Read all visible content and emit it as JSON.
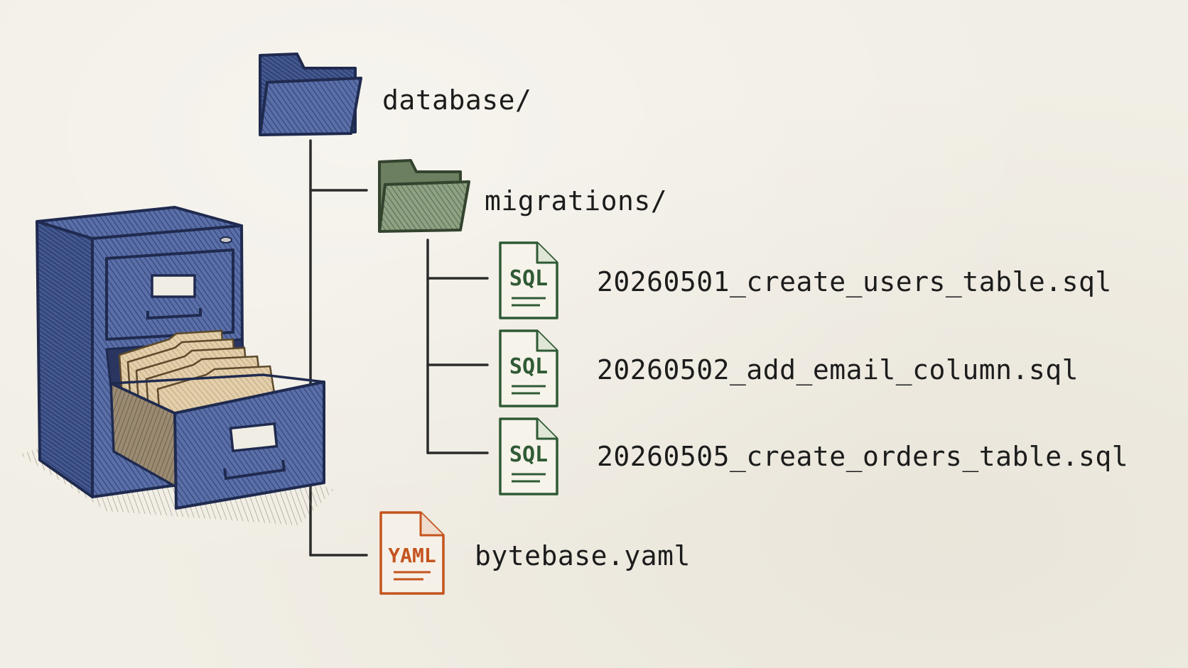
{
  "tree": {
    "root": {
      "label": "database/",
      "icon": "folder-icon",
      "color": "#3a4f86"
    },
    "migrations": {
      "label": "migrations/",
      "icon": "folder-icon",
      "color": "#6d8060"
    },
    "files": [
      {
        "label": "20260501_create_users_table.sql",
        "tag": "SQL",
        "icon": "sql-file-icon",
        "color": "#2f5a35"
      },
      {
        "label": "20260502_add_email_column.sql",
        "tag": "SQL",
        "icon": "sql-file-icon",
        "color": "#2f5a35"
      },
      {
        "label": "20260505_create_orders_table.sql",
        "tag": "SQL",
        "icon": "sql-file-icon",
        "color": "#2f5a35"
      }
    ],
    "config": {
      "label": "bytebase.yaml",
      "tag": "YAML",
      "icon": "yaml-file-icon",
      "color": "#c4541f"
    }
  },
  "illustration": {
    "icon": "filing-cabinet-icon"
  },
  "colors": {
    "background": "#f1eee5",
    "line": "#2b2b2b",
    "cabinet": "#4a5f96",
    "cabinet_outline": "#1f2a4f",
    "folders_inside": "#d9c4a0"
  }
}
